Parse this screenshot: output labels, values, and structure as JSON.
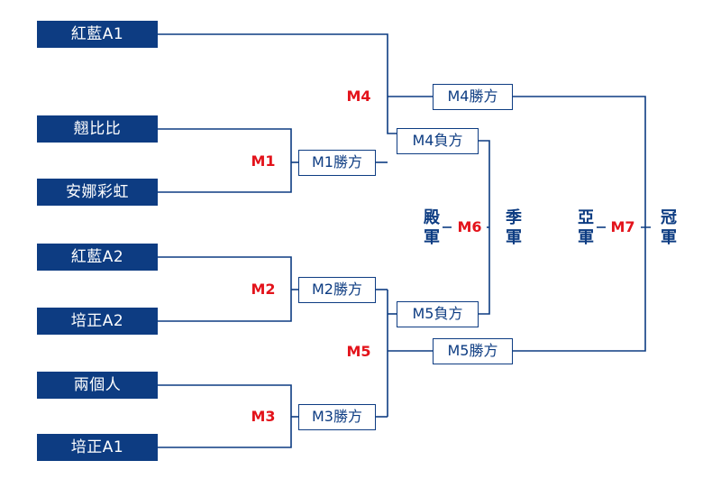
{
  "colors": {
    "navy": "#0d3c82",
    "red": "#e3131b"
  },
  "teams": [
    "紅藍A1",
    "翹比比",
    "安娜彩虹",
    "紅藍A2",
    "培正A2",
    "兩個人",
    "培正A1"
  ],
  "matches": {
    "m1": "M1",
    "m2": "M2",
    "m3": "M3",
    "m4": "M4",
    "m5": "M5",
    "m6": "M6",
    "m7": "M7"
  },
  "results": {
    "m1_winner": "M1勝方",
    "m2_winner": "M2勝方",
    "m3_winner": "M3勝方",
    "m4_winner": "M4勝方",
    "m4_loser": "M4負方",
    "m5_winner": "M5勝方",
    "m5_loser": "M5負方"
  },
  "places": {
    "fourth": [
      "殿",
      "軍"
    ],
    "third": [
      "季",
      "軍"
    ],
    "second": [
      "亞",
      "軍"
    ],
    "champion": [
      "冠",
      "軍"
    ]
  }
}
